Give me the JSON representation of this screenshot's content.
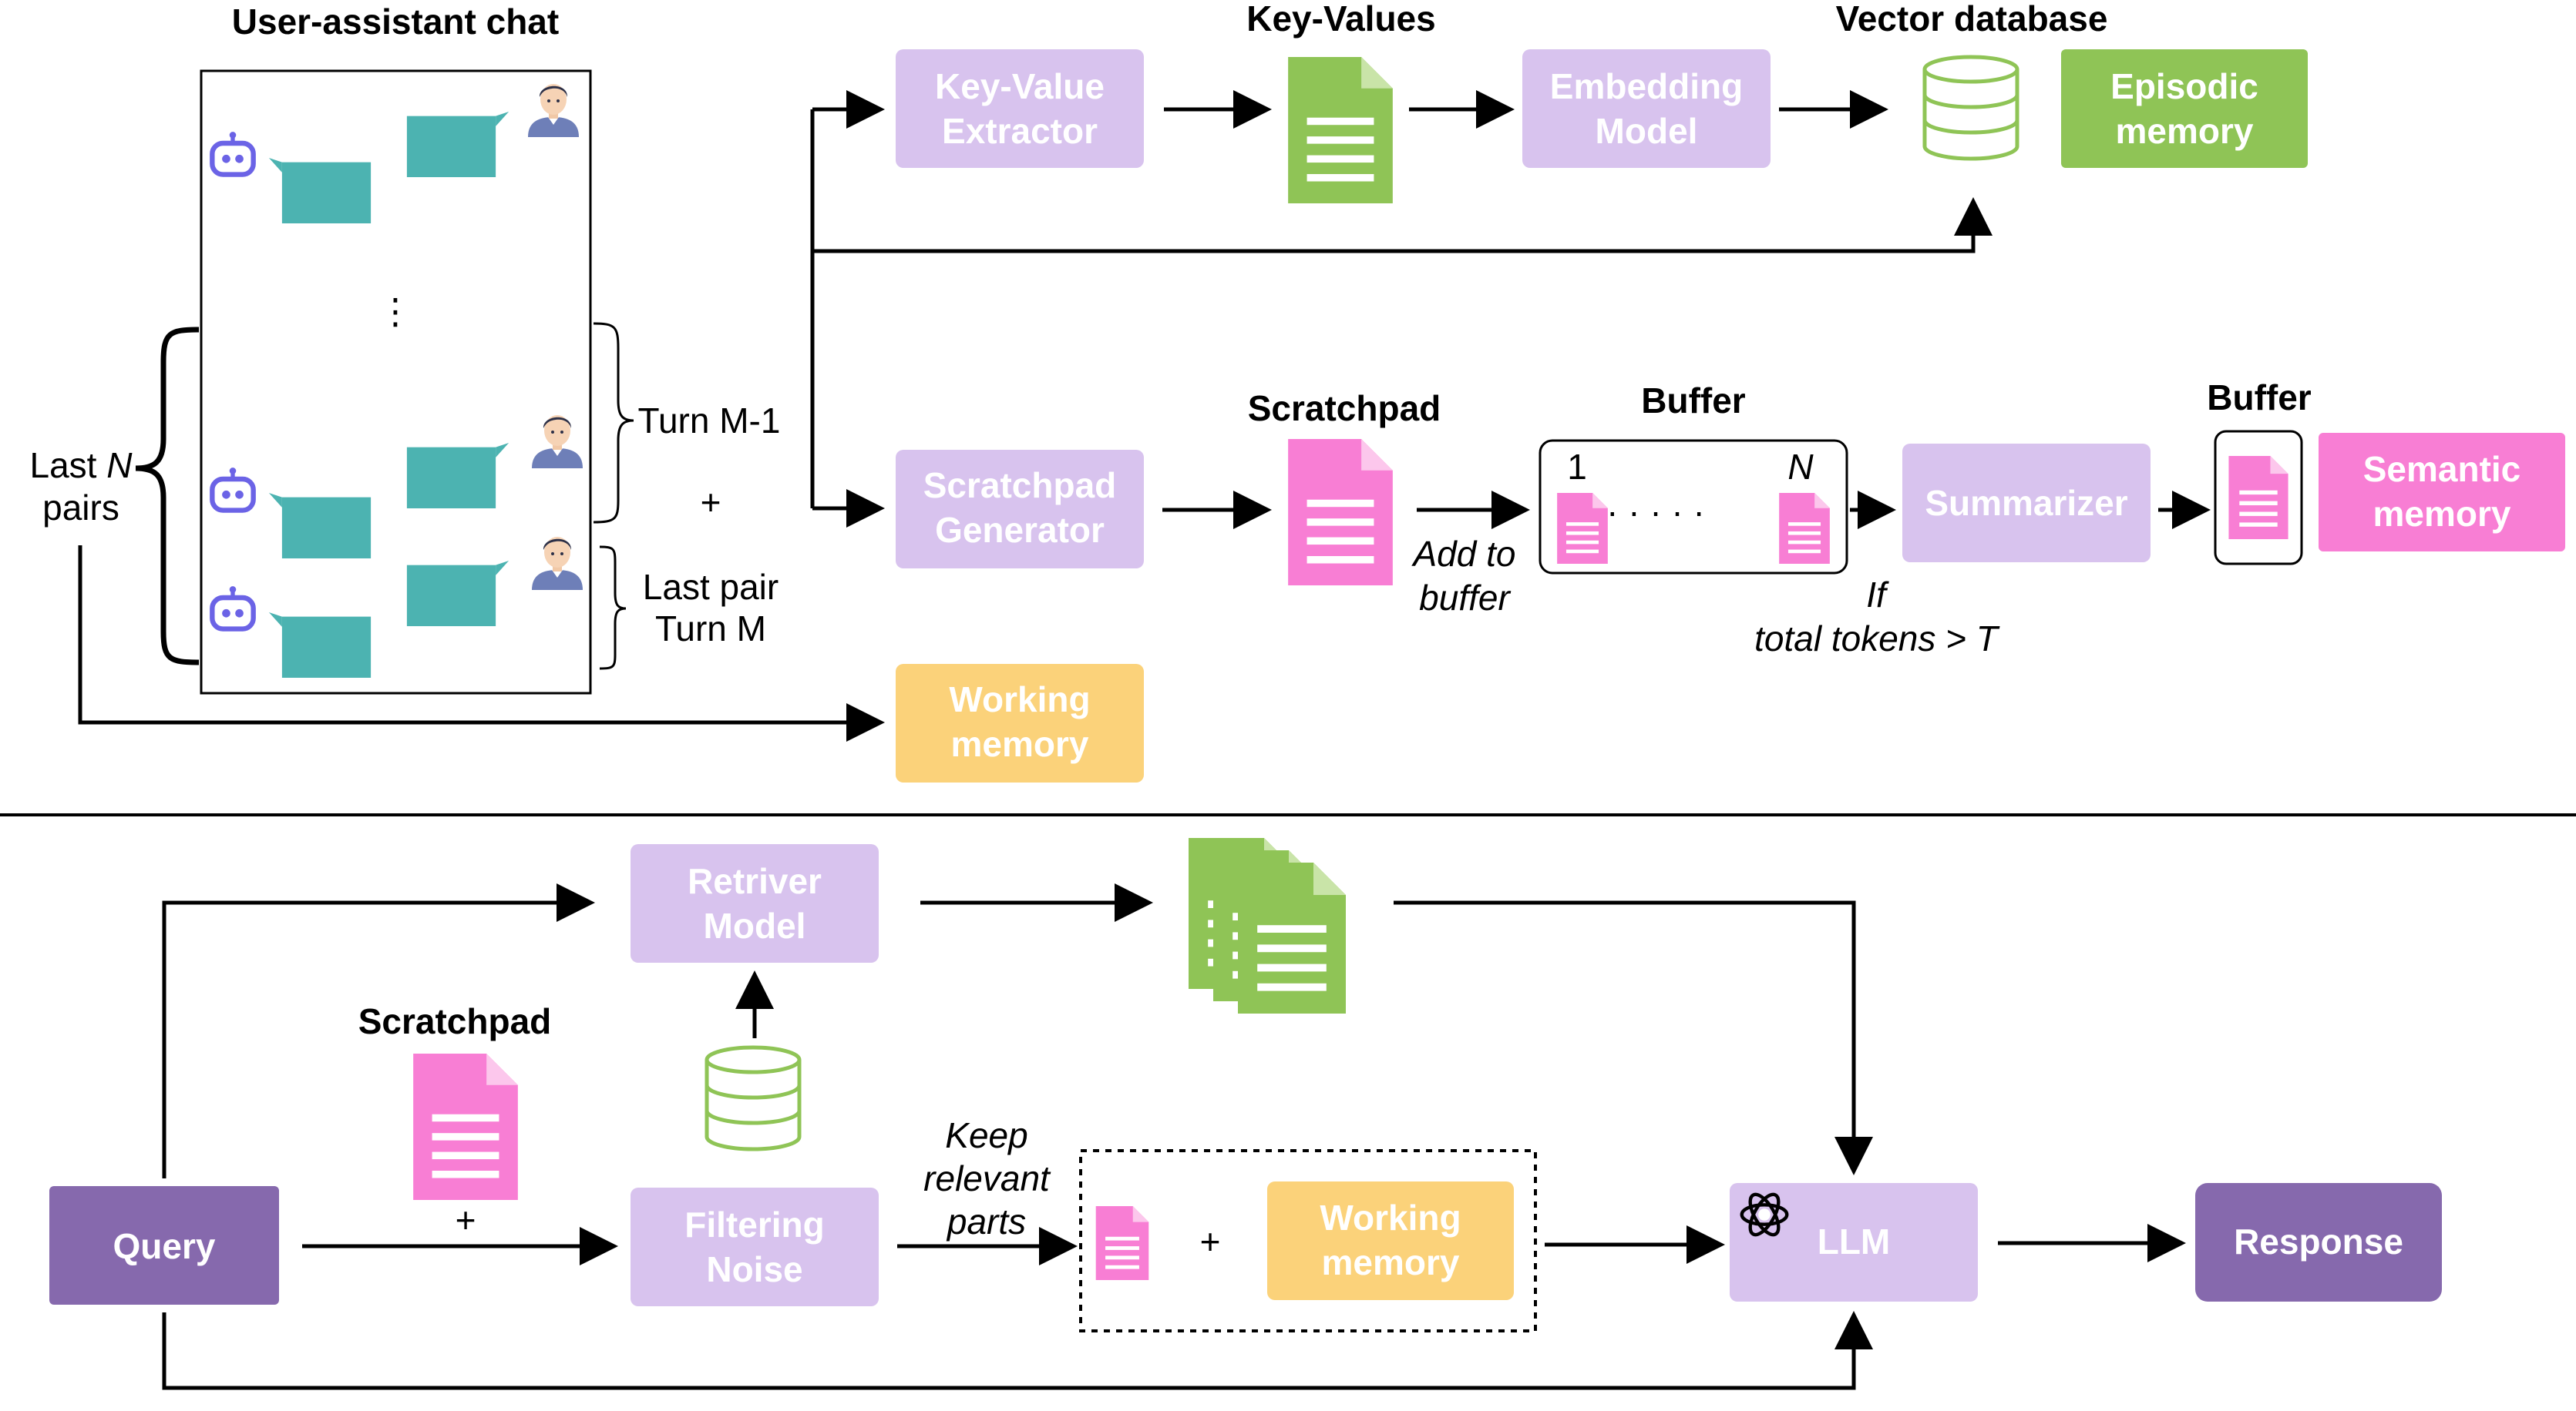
{
  "headings": {
    "chat": "User-assistant chat",
    "key_values": "Key-Values",
    "vector_database": "Vector database",
    "scratchpad_top": "Scratchpad",
    "buffer_mid": "Buffer",
    "buffer_right": "Buffer",
    "scratchpad_bottom": "Scratchpad"
  },
  "boxes": {
    "kv_extractor": [
      "Key-Value",
      "Extractor"
    ],
    "embedding_model": [
      "Embedding",
      "Model"
    ],
    "episodic_memory": [
      "Episodic",
      "memory"
    ],
    "scratchpad_generator": [
      "Scratchpad",
      "Generator"
    ],
    "summarizer": [
      "Summarizer"
    ],
    "semantic_memory": [
      "Semantic",
      "memory"
    ],
    "working_memory_top": [
      "Working",
      "memory"
    ],
    "retriever_model": [
      "Retriver",
      "Model"
    ],
    "filtering_noise": [
      "Filtering",
      "Noise"
    ],
    "working_memory_bottom": [
      "Working",
      "memory"
    ],
    "query": [
      "Query"
    ],
    "llm": [
      "LLM"
    ],
    "response": [
      "Response"
    ]
  },
  "labels": {
    "last_n_pairs_prefix": "Last ",
    "last_n_pairs_var": "N",
    "last_n_pairs_line2": "pairs",
    "turn_m1": "Turn M-1",
    "plus_chat": "+",
    "last_pair": "Last pair",
    "turn_m": "Turn M",
    "add_to_buffer": [
      "Add to",
      "buffer"
    ],
    "buffer_first": "1",
    "buffer_last": "N",
    "buffer_dots": "· · · · ·",
    "if_condition": [
      "If",
      "total tokens > T"
    ],
    "keep_relevant": [
      "Keep",
      "relevant",
      "parts"
    ],
    "plus_scratchpad": "+",
    "plus_working": "+",
    "chat_dots": "⋮"
  },
  "colors": {
    "lavender": "#d8c3ee",
    "green": "#8fc456",
    "pink": "#f87ed4",
    "yellow": "#fbd27a",
    "purple": "#8669ad",
    "teal": "#4cb3b1",
    "bot": "#6b63e6"
  }
}
